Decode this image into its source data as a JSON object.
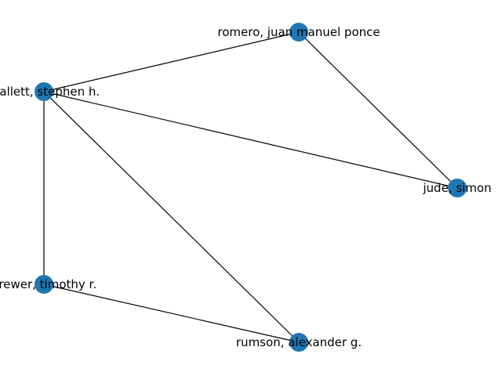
{
  "graph": {
    "node_color": "#1f77b4",
    "edge_color": "#000000",
    "nodes": [
      {
        "id": "romero",
        "label": "romero, juan manuel ponce"
      },
      {
        "id": "mallett",
        "label": "mallett, stephen h."
      },
      {
        "id": "jude",
        "label": "jude, simon"
      },
      {
        "id": "brewer",
        "label": "brewer, timothy r."
      },
      {
        "id": "rumson",
        "label": "rumson, alexander g."
      }
    ],
    "edges": [
      [
        "mallett",
        "romero"
      ],
      [
        "romero",
        "jude"
      ],
      [
        "mallett",
        "jude"
      ],
      [
        "mallett",
        "brewer"
      ],
      [
        "mallett",
        "rumson"
      ],
      [
        "brewer",
        "rumson"
      ]
    ]
  }
}
